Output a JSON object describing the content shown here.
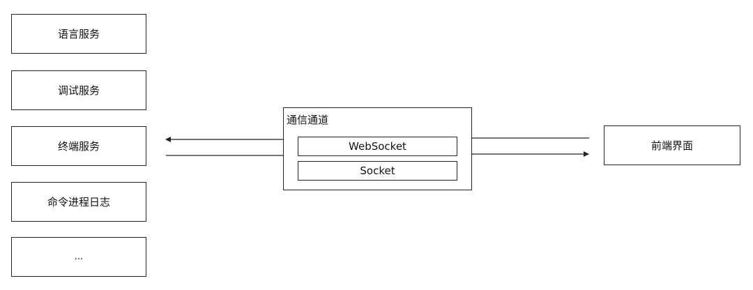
{
  "services": [
    {
      "label": "语言服务"
    },
    {
      "label": "调试服务"
    },
    {
      "label": "终端服务"
    },
    {
      "label": "命令进程日志"
    },
    {
      "label": "..."
    }
  ],
  "channel": {
    "title": "通信通道",
    "protocols": [
      {
        "label": "WebSocket"
      },
      {
        "label": "Socket"
      }
    ]
  },
  "frontend": {
    "label": "前端界面"
  }
}
